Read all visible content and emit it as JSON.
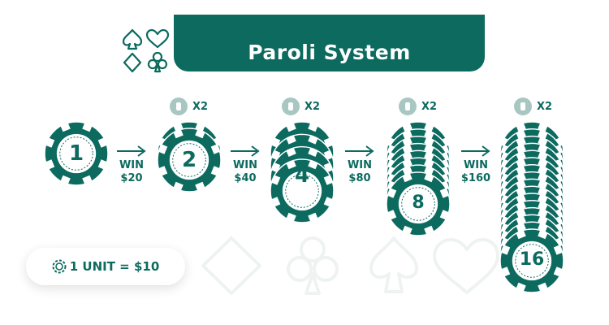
{
  "title": "Paroli System",
  "colors": {
    "primary": "#0c6a5f",
    "light": "#a8c7c2",
    "faint": "#eef3f2"
  },
  "suit_icons": [
    "spade-icon",
    "heart-icon",
    "diamond-icon",
    "club-icon"
  ],
  "chips": [
    {
      "label": "1",
      "multiplier": ""
    },
    {
      "label": "2",
      "multiplier": "X2"
    },
    {
      "label": "4",
      "multiplier": "X2"
    },
    {
      "label": "8",
      "multiplier": "X2"
    },
    {
      "label": "16",
      "multiplier": "X2"
    }
  ],
  "steps": [
    {
      "win_label": "WIN",
      "amount": "$20"
    },
    {
      "win_label": "WIN",
      "amount": "$40"
    },
    {
      "win_label": "WIN",
      "amount": "$80"
    },
    {
      "win_label": "WIN",
      "amount": "$160"
    }
  ],
  "unit_text": "1 UNIT = $10"
}
